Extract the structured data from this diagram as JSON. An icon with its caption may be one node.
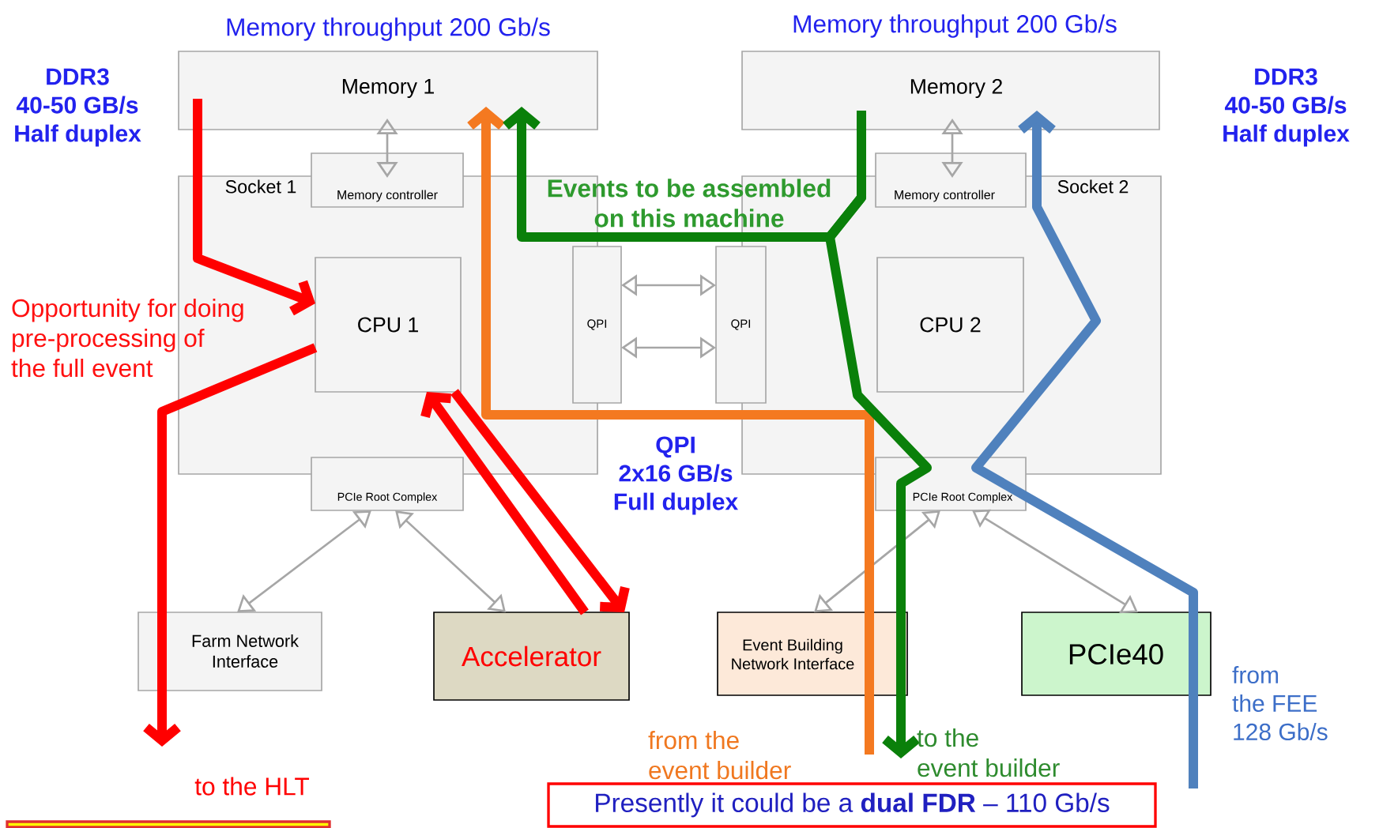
{
  "diagram": {
    "nodes": [
      {
        "text": [
          "Memory 1"
        ],
        "beside": [
          "Memory throughput 200 Gb/s"
        ]
      },
      {
        "text": [
          "Memory 2"
        ],
        "beside": [
          "Memory throughput 200 Gb/s"
        ]
      },
      {
        "text": [
          "Socket 1"
        ]
      },
      {
        "text": [
          "Memory controller"
        ]
      },
      {
        "text": [
          "CPU 1"
        ],
        "in": 2
      },
      {
        "text": [
          "PCIe Root Complex"
        ]
      },
      {
        "text": [
          "QPI"
        ]
      },
      {
        "text": [
          "QPI"
        ]
      },
      {
        "text": [
          "Socket 2"
        ]
      },
      {
        "text": [
          "Memory controller"
        ]
      },
      {
        "text": [
          "CPU 2"
        ],
        "in": 8
      },
      {
        "text": [
          "PCIe Root Complex"
        ]
      },
      {
        "text": [
          "Farm Network Interface"
        ]
      },
      {
        "text": [
          "Accelerator"
        ]
      },
      {
        "text": [
          "Event Building Network Interface"
        ]
      },
      {
        "text": [
          "PCIe40"
        ]
      },
      {
        "text": [
          "Presently it could be a **dual FDR** – 110 Gb/s"
        ]
      },
      {
        "text": [],
        "shape": "box"
      }
    ],
    "edges": [
      {
        "from": 0,
        "to": 3,
        "arrow": "both"
      },
      {
        "from": 1,
        "to": 9,
        "arrow": "both"
      },
      {
        "from": 6,
        "to": 7,
        "arrow": "both"
      },
      {
        "from": 6,
        "to": 7,
        "arrow": "both"
      },
      {
        "from": 5,
        "to": 12,
        "arrow": "both"
      },
      {
        "from": 5,
        "to": 13,
        "arrow": "both"
      },
      {
        "from": 11,
        "to": 14,
        "arrow": "both"
      },
      {
        "from": 11,
        "to": 15,
        "arrow": "both"
      },
      {
        "from": 0,
        "to": 4,
        "arrow": "to",
        "style": "thick",
        "color": "#ff0000"
      },
      {
        "from": 4,
        "to": null,
        "arrow": "to",
        "style": "thick",
        "color": "#ff0000",
        "label": "to the HLT"
      },
      {
        "from": 4,
        "to": 13,
        "arrow": "to",
        "style": "thick",
        "color": "#ff0000"
      },
      {
        "from": 13,
        "to": 4,
        "arrow": "to",
        "style": "thick",
        "color": "#ff0000"
      },
      {
        "from": null,
        "to": 0,
        "arrow": "to",
        "style": "thick",
        "color": "#f47920",
        "label": "from the event builder"
      },
      {
        "from": 1,
        "to": 0,
        "arrow": "to",
        "style": "thick",
        "color": "#0a800a"
      },
      {
        "from": 1,
        "to": null,
        "arrow": "to",
        "style": "thick",
        "color": "#0a800a",
        "label": "to the event builder"
      },
      {
        "from": null,
        "to": 1,
        "arrow": "to",
        "style": "thick",
        "color": "#4f81bd",
        "label": "from the FEE 128 Gb/s"
      }
    ],
    "labels": [
      "DDR3 40-50 GB/s Half duplex",
      "DDR3 40-50 GB/s Half duplex",
      "Events to be assembled on this machine",
      "Opportunity for doing pre-processing of the full event",
      "QPI 2x16 GB/s Full duplex"
    ]
  }
}
